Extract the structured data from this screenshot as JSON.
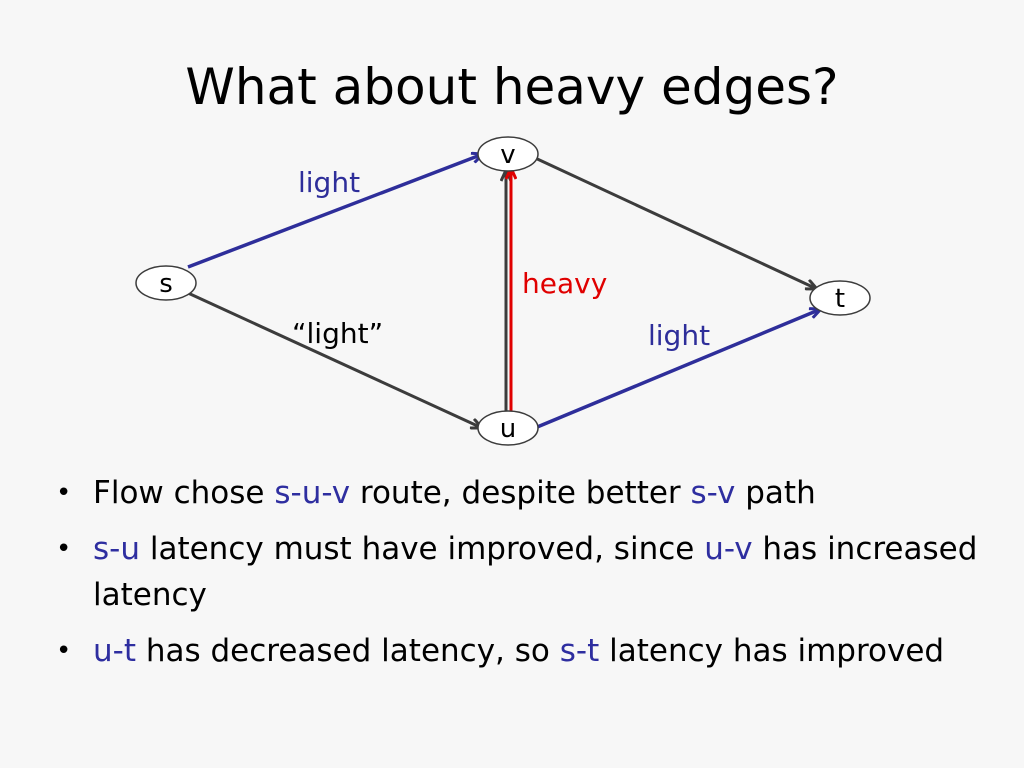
{
  "title": "What about heavy edges?",
  "colors": {
    "blue": "#2e2e9a",
    "red": "#e00000",
    "gray": "#3c3c3c",
    "text": "#000000",
    "background": "#f7f7f7"
  },
  "nodes": {
    "s": "s",
    "v": "v",
    "u": "u",
    "t": "t"
  },
  "edge_labels": {
    "s_v": "light",
    "s_u": "“light”",
    "u_v": "heavy",
    "u_t": "light"
  },
  "bullets": [
    {
      "parts": [
        {
          "text": "Flow chose ",
          "hl": false
        },
        {
          "text": "s-u-v",
          "hl": true
        },
        {
          "text": " route, despite better ",
          "hl": false
        },
        {
          "text": "s-v",
          "hl": true
        },
        {
          "text": " path",
          "hl": false
        }
      ]
    },
    {
      "parts": [
        {
          "text": "s-u",
          "hl": true
        },
        {
          "text": " latency must have improved, since ",
          "hl": false
        },
        {
          "text": "u-v",
          "hl": true
        },
        {
          "text": " has increased latency",
          "hl": false
        }
      ]
    },
    {
      "parts": [
        {
          "text": "u-t",
          "hl": true
        },
        {
          "text": " has decreased latency, so ",
          "hl": false
        },
        {
          "text": "s-t",
          "hl": true
        },
        {
          "text": " latency has improved",
          "hl": false
        }
      ]
    }
  ]
}
